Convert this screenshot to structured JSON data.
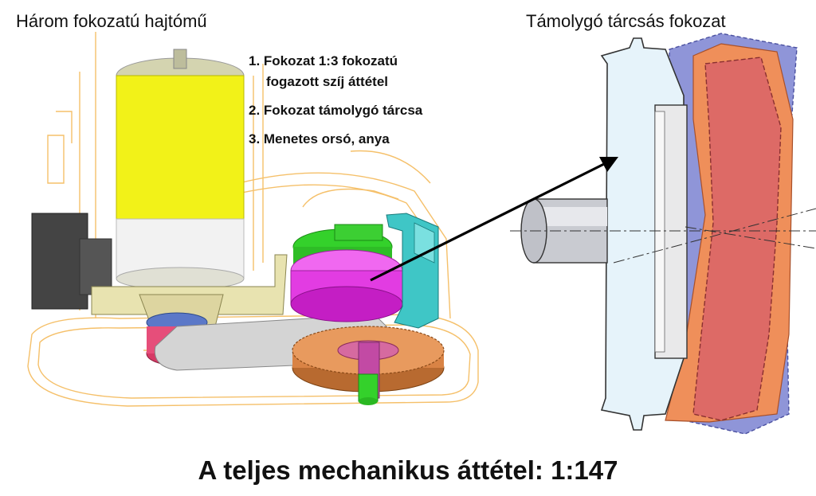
{
  "left_title": "Három fokozatú hajtómű",
  "right_title": "Támolygó tárcsás fokozat",
  "steps": {
    "step1_line1": "1. Fokozat 1:3 fokozatú",
    "step1_line2": "fogazott szíj áttétel",
    "step2": "2. Fokozat támolygó tárcsa",
    "step3": "3. Menetes orsó, anya"
  },
  "footer": "A teljes mechanikus áttétel: 1:147",
  "colors": {
    "motor_yellow": "#f2f218",
    "wire_outline": "#f5c06a",
    "magenta": "#e23ce2",
    "green": "#34d12b",
    "cyan": "#3fc6c6",
    "copper": "#d98345",
    "disc_blue": "#8f95d8",
    "disc_red": "#dd6a66",
    "disc_orange": "#ef8f5a",
    "housing_light": "#e6f3fa"
  }
}
